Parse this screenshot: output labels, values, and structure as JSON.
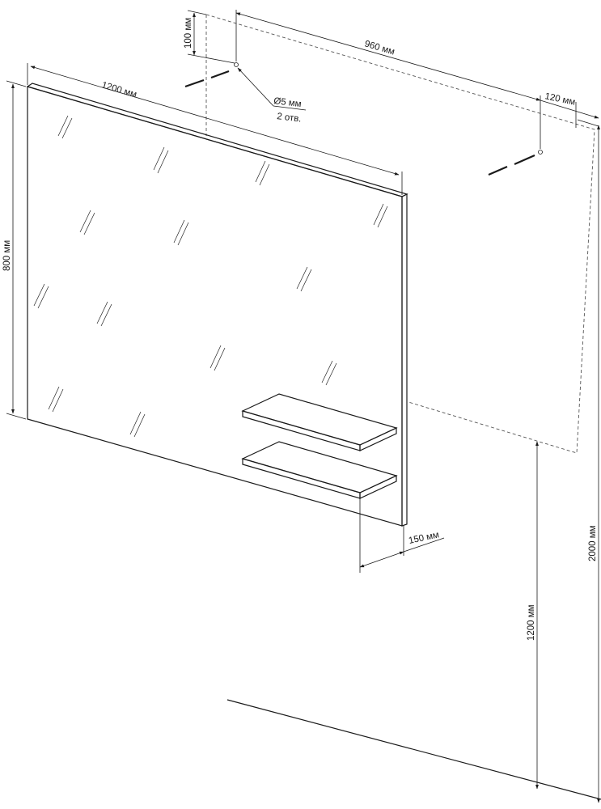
{
  "dimensions": {
    "mirror_width": "1200 мм",
    "mirror_height": "800 мм",
    "hole_spacing": "960 мм",
    "top_offset": "100 мм",
    "side_offset": "120 мм",
    "hole_diameter": "Ø5 мм",
    "hole_count": "2 отв.",
    "shelf_depth": "150 мм",
    "mount_height_lower": "1200 мм",
    "mount_height_upper": "2000 мм"
  }
}
